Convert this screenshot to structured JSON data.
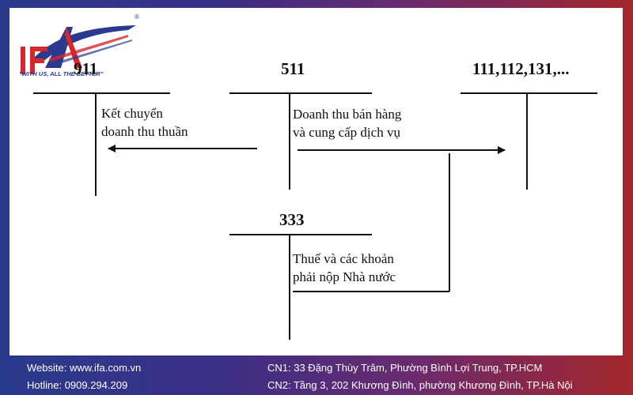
{
  "logo": {
    "tagline": "\"WITH US, ALL THE BETTER\""
  },
  "accounts": {
    "acc911": "911",
    "acc511": "511",
    "acc111": "111,112,131,...",
    "acc333": "333"
  },
  "notes": {
    "transfer": [
      "Kết chuyển",
      "doanh thu thuần"
    ],
    "revenue": [
      "Doanh thu bán hàng",
      "và cung cấp dịch vụ"
    ],
    "tax": [
      "Thuế và các khoản",
      "phải nộp Nhà nước"
    ]
  },
  "footer": {
    "website": "Website: www.ifa.com.vn",
    "hotline": "Hotline: 0909.294.209",
    "branch1": "CN1: 33 Đặng Thùy Trâm, Phường Bình Lợi Trung, TP.HCM",
    "branch2": "CN2: Tầng 3, 202 Khương Đình, phường Khương Đình, TP.Hà Nội"
  },
  "colors": {
    "brand_blue": "#2b3a8f",
    "brand_red": "#d9262a",
    "line": "#111111"
  }
}
